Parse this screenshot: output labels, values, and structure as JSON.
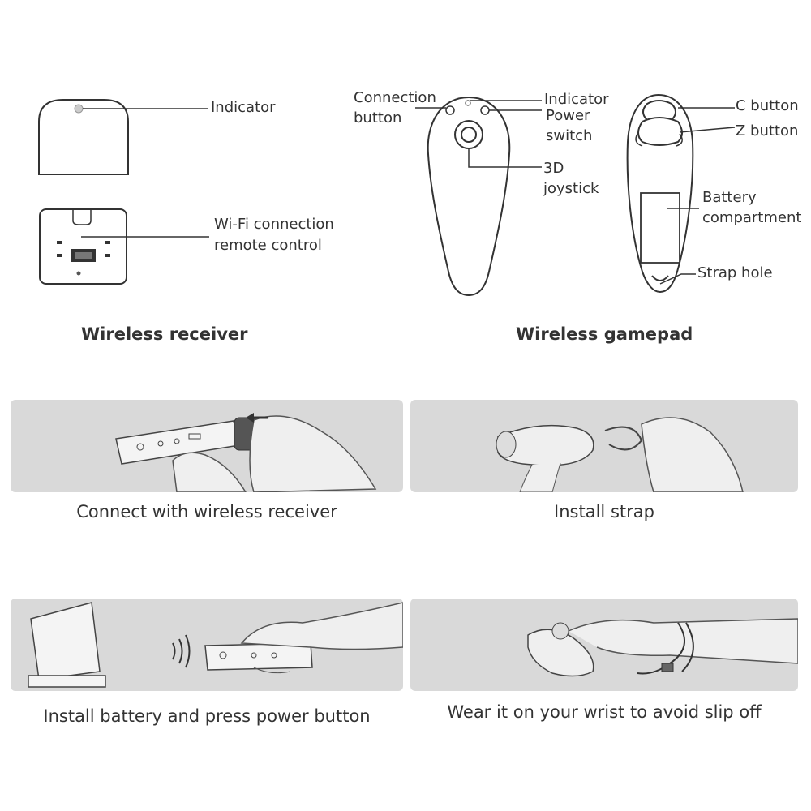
{
  "receiver": {
    "title": "Wireless receiver",
    "indicator_label": "Indicator",
    "wifi_label_line1": "Wi-Fi connection",
    "wifi_label_line2": "remote control"
  },
  "gamepad": {
    "title": "Wireless gamepad",
    "connection_line1": "Connection",
    "connection_line2": "button",
    "indicator_label": "Indicator",
    "power_line1": "Power",
    "power_line2": "switch",
    "joystick_line1": "3D",
    "joystick_line2": "joystick",
    "c_button": "C button",
    "z_button": "Z button",
    "battery_line1": "Battery",
    "battery_line2": "compartment",
    "strap_hole": "Strap hole"
  },
  "steps": [
    {
      "caption": "Connect with wireless receiver"
    },
    {
      "caption": "Install strap"
    },
    {
      "caption": "Install battery and press power button"
    },
    {
      "caption": "Wear it on your wrist to avoid slip off"
    }
  ],
  "colors": {
    "panel_bg": "#d9d9d9",
    "line": "#333333"
  }
}
